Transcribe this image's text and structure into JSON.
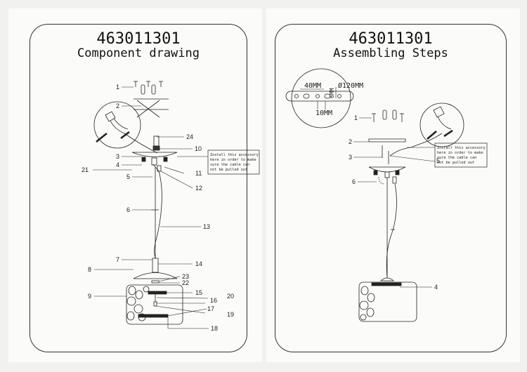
{
  "left_page": {
    "model": "463011301",
    "subtitle": "Component drawing",
    "note_lines": [
      "Install this accessory",
      "here in order to make",
      "sure the cable can",
      "not be pulled out"
    ],
    "callouts": [
      "1",
      "2",
      "3",
      "4",
      "5",
      "6",
      "7",
      "8",
      "9",
      "10",
      "11",
      "12",
      "13",
      "14",
      "15",
      "16",
      "17",
      "18",
      "19",
      "20",
      "21",
      "22",
      "23",
      "24"
    ]
  },
  "right_page": {
    "model": "463011301",
    "subtitle": "Assembling Steps",
    "note_lines": [
      "Install this accessory",
      "here in order to make",
      "sure the cable can",
      "not be pulled out"
    ],
    "dimensions": {
      "width": "40MM",
      "diameter": "Ø120MM",
      "height": "6MM",
      "hole": "10MM"
    },
    "callouts": [
      "1",
      "2",
      "3",
      "4",
      "5",
      "6"
    ]
  }
}
